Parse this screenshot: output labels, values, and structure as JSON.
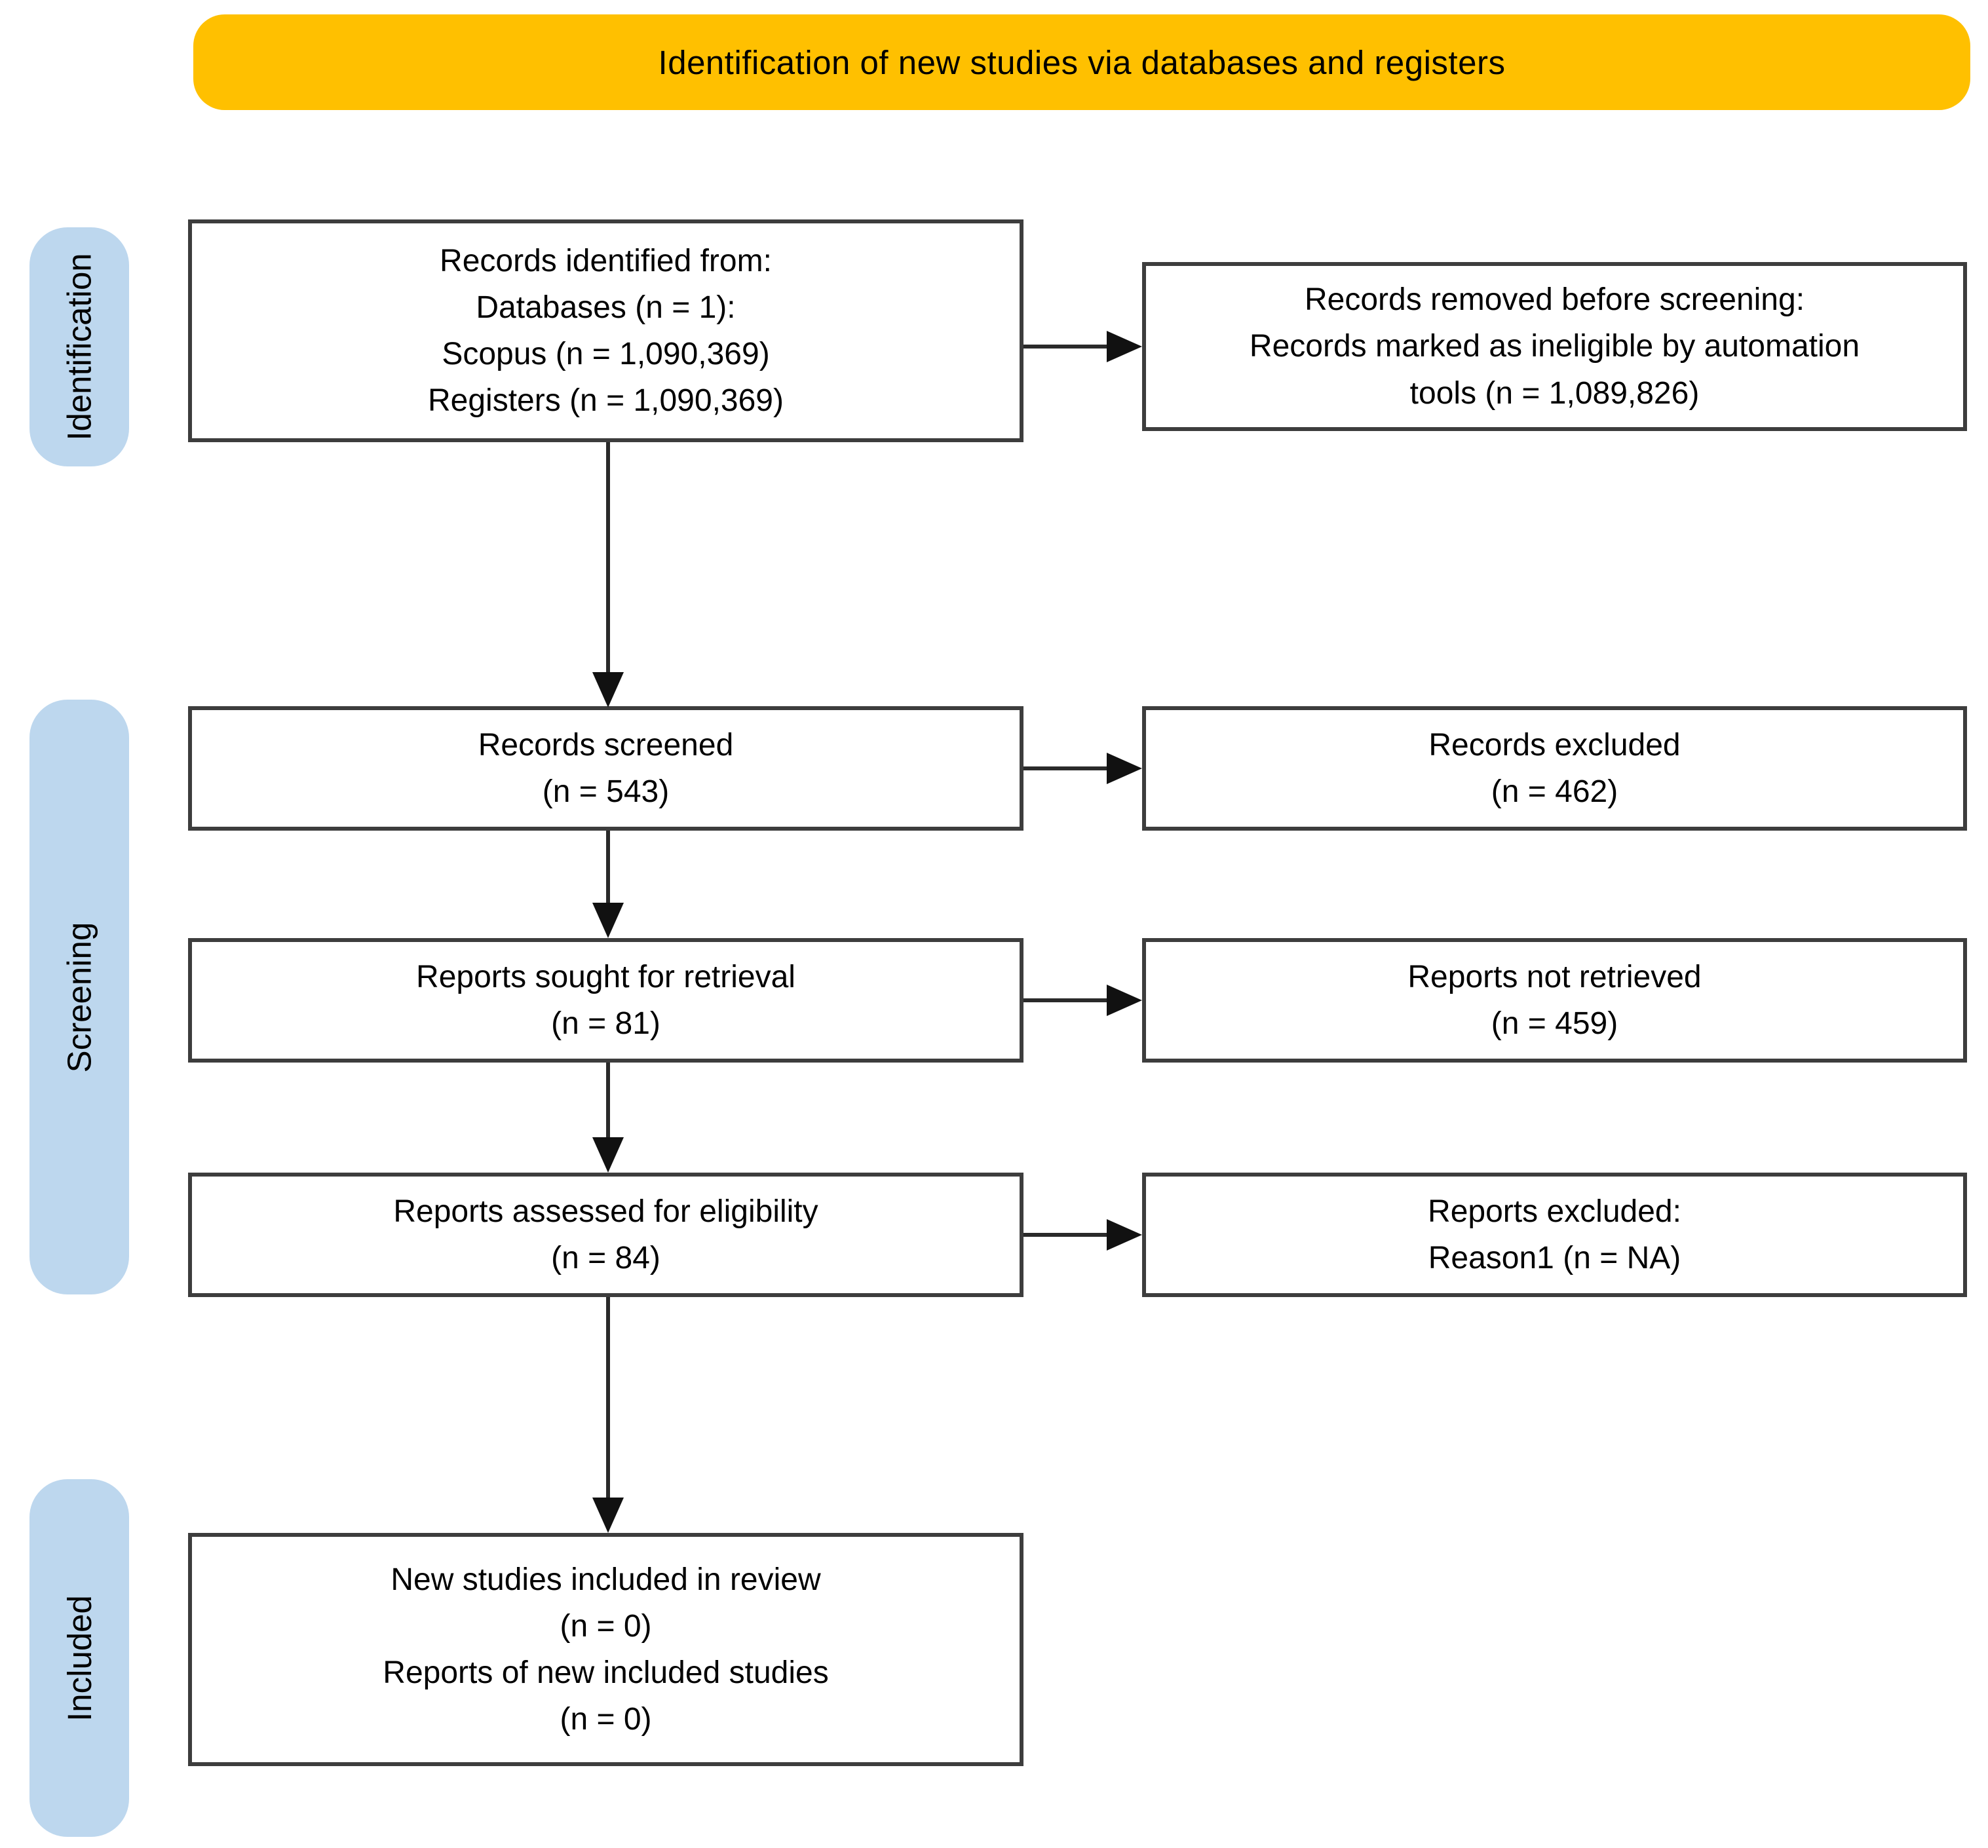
{
  "banner": {
    "label": "Identification of new studies via databases and registers",
    "bg_color": "#FFC000"
  },
  "stages": [
    {
      "label": "Identification"
    },
    {
      "label": "Screening"
    },
    {
      "label": "Included"
    }
  ],
  "colors": {
    "stage_pill_bg": "#BDD7EE",
    "box_border": "#3D3D3D",
    "arrow": "#111111",
    "text": "#000000",
    "background": "#FFFFFF"
  },
  "boxes": {
    "records_identified": {
      "lines": [
        "Records identified from:",
        "Databases (n = 1):",
        "Scopus (n = 1,090,369)",
        "Registers (n = 1,090,369)"
      ]
    },
    "records_removed": {
      "lines": [
        "Records removed before screening:",
        "Records marked as ineligible by automation",
        "tools (n = 1,089,826)"
      ]
    },
    "records_screened": {
      "lines": [
        "Records screened",
        "(n = 543)"
      ]
    },
    "records_excluded": {
      "lines": [
        "Records excluded",
        "(n = 462)"
      ]
    },
    "reports_sought": {
      "lines": [
        "Reports sought for retrieval",
        "(n = 81)"
      ]
    },
    "reports_not_retrieved": {
      "lines": [
        "Reports not retrieved",
        "(n = 459)"
      ]
    },
    "reports_assessed": {
      "lines": [
        "Reports assessed for eligibility",
        "(n = 84)"
      ]
    },
    "reports_excluded": {
      "lines": [
        "Reports excluded:",
        "Reason1 (n = NA)"
      ]
    },
    "new_studies_included": {
      "lines": [
        "New studies included in review",
        "(n = 0)",
        "Reports of new included studies",
        "(n = 0)"
      ]
    }
  }
}
